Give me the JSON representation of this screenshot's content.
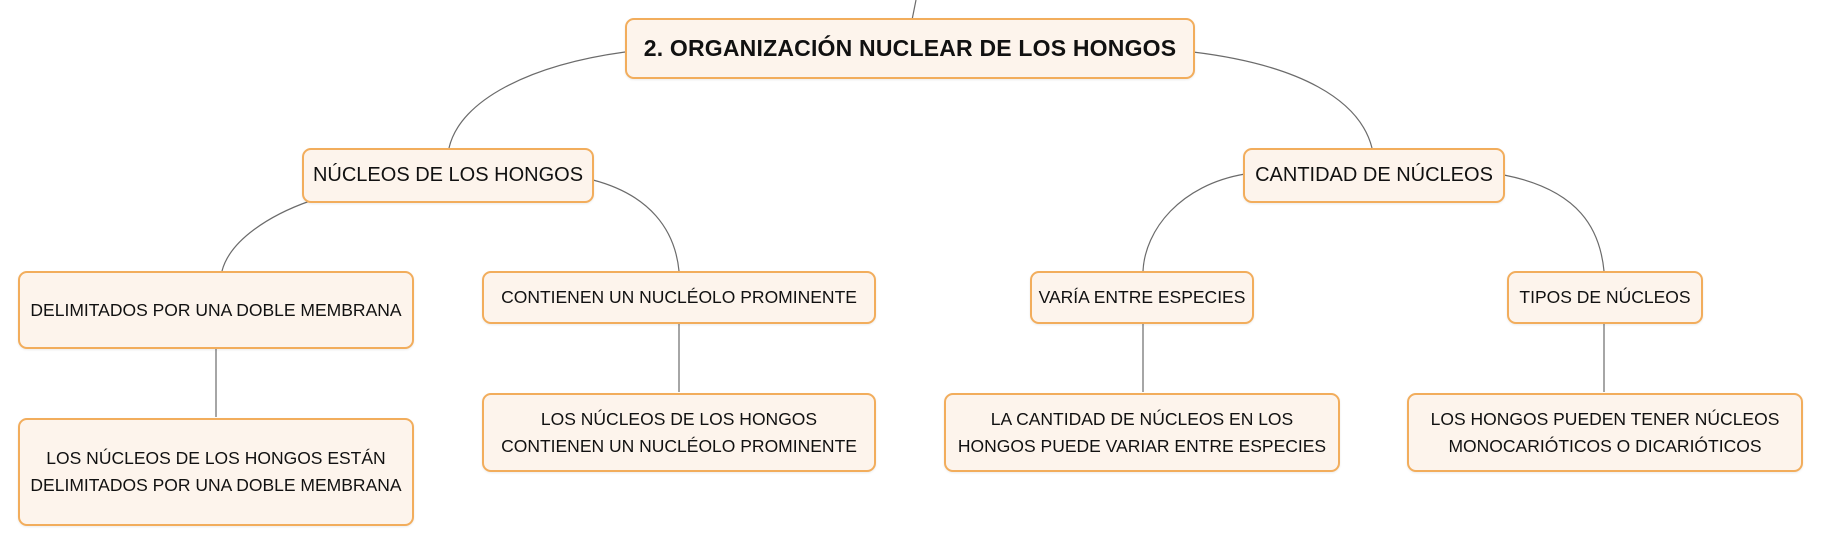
{
  "diagram": {
    "root": {
      "label": "2. ORGANIZACIÓN NUCLEAR DE LOS HONGOS"
    },
    "branches": [
      {
        "label": "NÚCLEOS DE LOS HONGOS",
        "children": [
          {
            "label": "DELIMITADOS POR UNA DOBLE MEMBRANA",
            "detail": "LOS NÚCLEOS DE LOS HONGOS ESTÁN DELIMITADOS POR UNA DOBLE MEMBRANA"
          },
          {
            "label": "CONTIENEN UN NUCLÉOLO PROMINENTE",
            "detail": "LOS NÚCLEOS DE LOS HONGOS CONTIENEN UN NUCLÉOLO PROMINENTE"
          }
        ]
      },
      {
        "label": "CANTIDAD DE NÚCLEOS",
        "children": [
          {
            "label": "VARÍA ENTRE ESPECIES",
            "detail": "LA CANTIDAD DE NÚCLEOS EN LOS HONGOS PUEDE VARIAR ENTRE ESPECIES"
          },
          {
            "label": "TIPOS DE NÚCLEOS",
            "detail": "LOS HONGOS PUEDEN TENER NÚCLEOS MONOCARIÓTICOS O DICARIÓTICOS"
          }
        ]
      }
    ]
  },
  "colors": {
    "node_fill": "#fdf4ec",
    "node_border": "#f2ad5c",
    "connector": "#6b6b6b",
    "text": "#111111"
  }
}
